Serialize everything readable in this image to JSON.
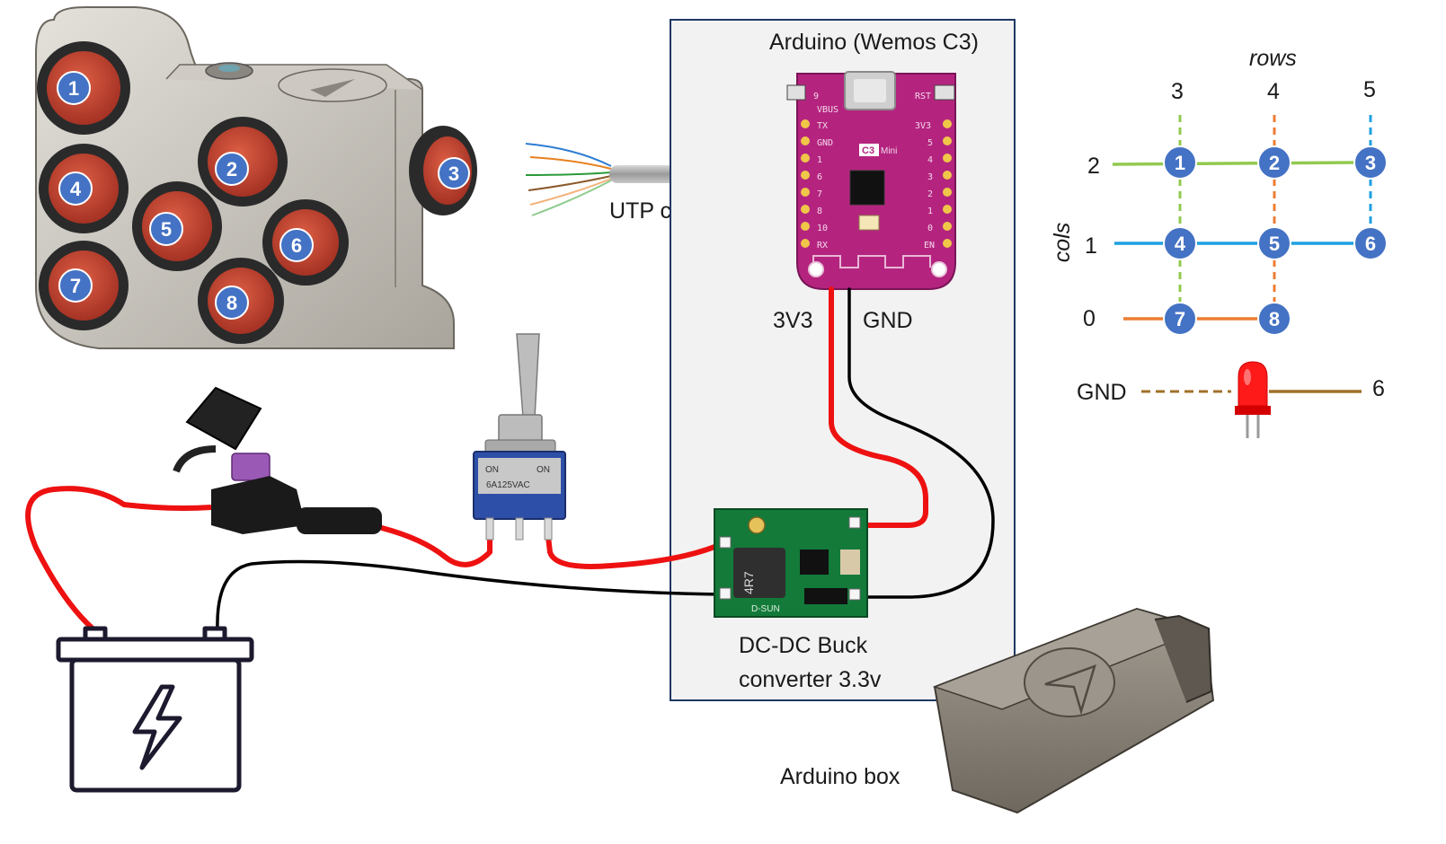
{
  "labels": {
    "arduino": "Arduino (Wemos C3)",
    "utp": "UTP cable",
    "v33": "3V3",
    "gnd_arduino": "GND",
    "buck_line1": "DC-DC Buck",
    "buck_line2": "converter 3.3v",
    "box": "Arduino box",
    "rows": "rows",
    "cols": "cols",
    "led_gnd": "GND",
    "led_pin": "6"
  },
  "keypad_buttons": [
    "1",
    "2",
    "3",
    "4",
    "5",
    "6",
    "7",
    "8"
  ],
  "matrix": {
    "row_numbers": [
      "3",
      "4",
      "5"
    ],
    "col_numbers": [
      "2",
      "1",
      "0"
    ],
    "nodes": [
      "1",
      "2",
      "3",
      "4",
      "5",
      "6",
      "7",
      "8"
    ]
  },
  "board_markings": {
    "c3": "C3",
    "mini": "Mini",
    "left_pins": [
      "VBUS",
      "GND",
      "1",
      "6",
      "7",
      "8",
      "10",
      "RX",
      "TX"
    ],
    "right_pins": [
      "3V3",
      "5",
      "4",
      "3",
      "2",
      "1",
      "0",
      "EN"
    ],
    "rst": "RST",
    "boot": "9"
  },
  "switch_markings": {
    "on_left": "ON",
    "on_right": "ON",
    "rating": "6A125VAC"
  },
  "buck_markings": {
    "inductor": "4R7",
    "brand": "D-SUN"
  },
  "colors": {
    "green": "#92c94f",
    "blue": "#1ea0e0",
    "orange": "#ec7d33",
    "brown": "#a0702a",
    "node": "#4472c4",
    "red_wire": "#ee1111",
    "board": "#b4247f",
    "pcb": "#137a3a"
  },
  "icons": {
    "battery": "battery-bolt-icon",
    "led": "red-led-icon",
    "arrow": "navigation-arrow-icon"
  }
}
